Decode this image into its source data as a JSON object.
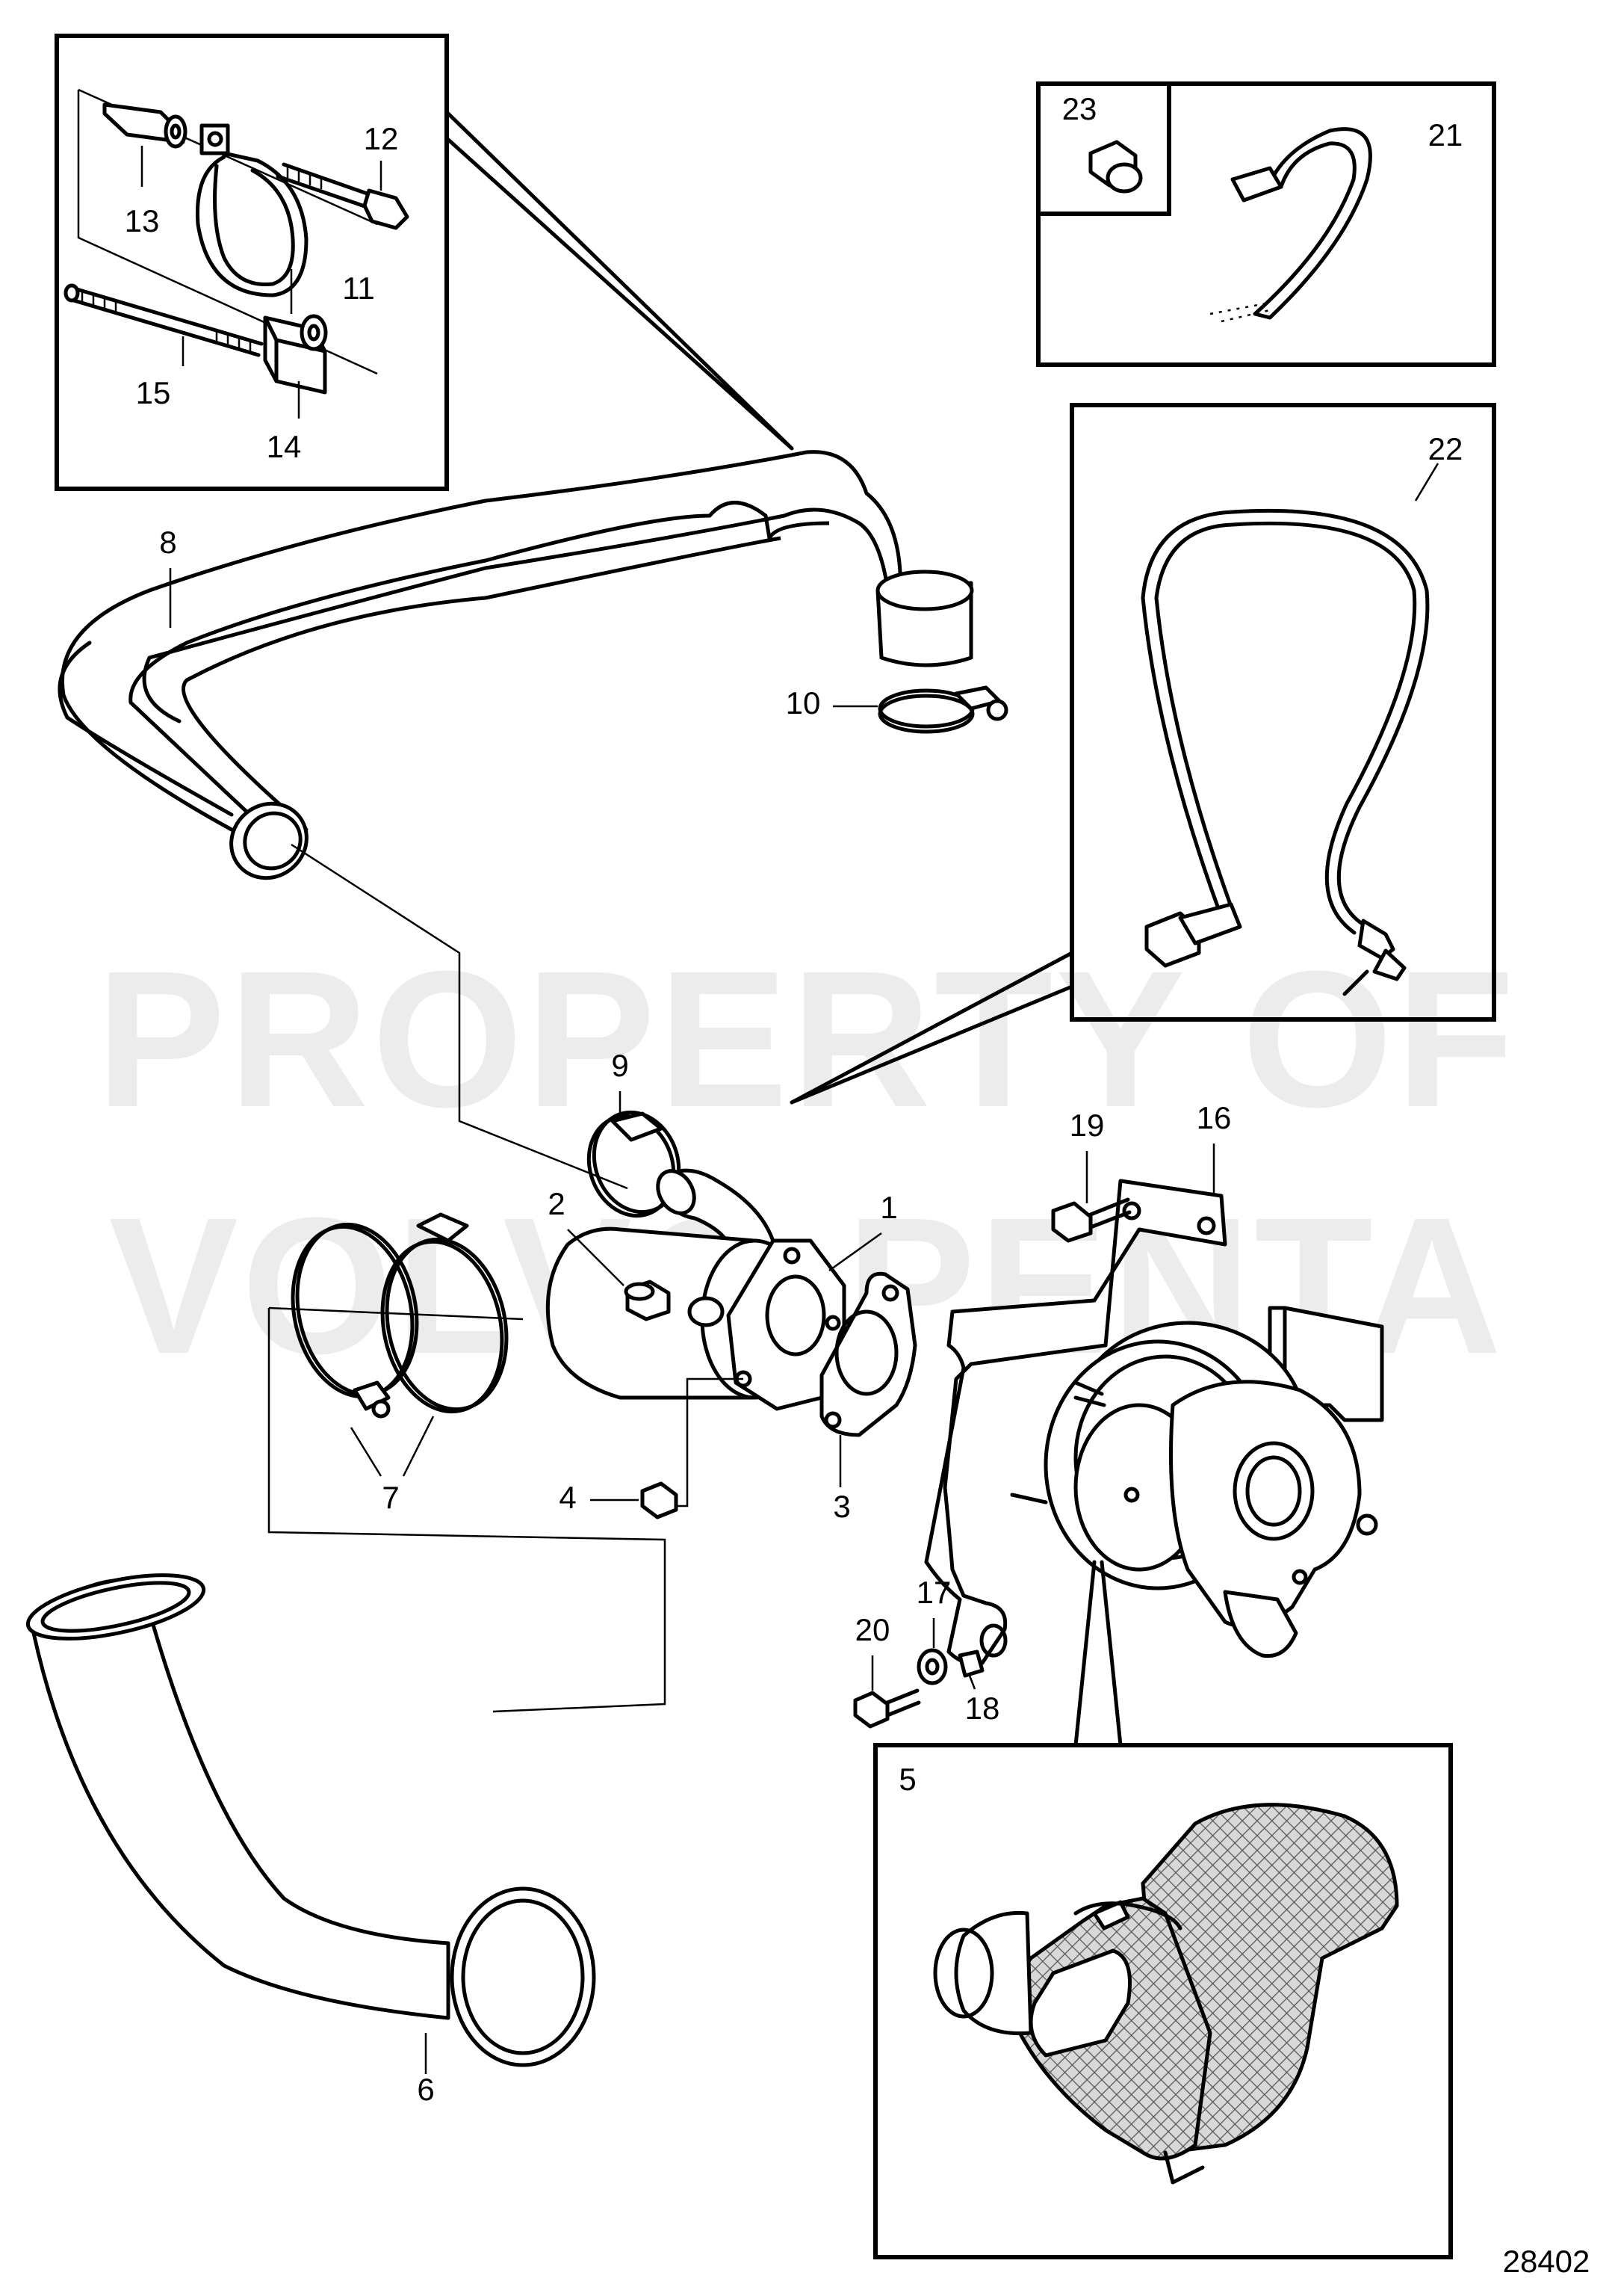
{
  "watermark": {
    "line1": "PROPERTY OF",
    "line2": "VOLVO PENTA"
  },
  "drawing_number": "28402",
  "callouts": {
    "c1": "1",
    "c2": "2",
    "c3": "3",
    "c4": "4",
    "c5": "5",
    "c6": "6",
    "c7": "7",
    "c8": "8",
    "c9": "9",
    "c10": "10",
    "c11": "11",
    "c12": "12",
    "c13": "13",
    "c14": "14",
    "c15": "15",
    "c16": "16",
    "c17": "17",
    "c18": "18",
    "c19": "19",
    "c20": "20",
    "c21": "21",
    "c22": "22",
    "c23": "23"
  }
}
